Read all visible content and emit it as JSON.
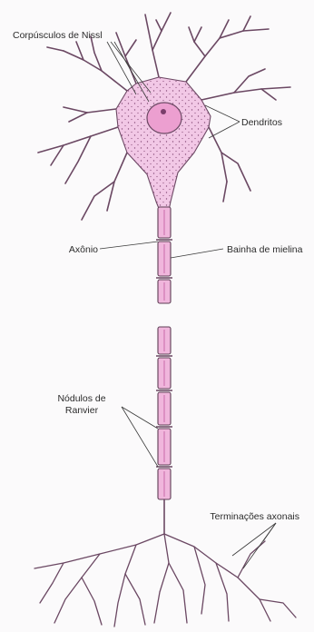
{
  "labels": {
    "nissl": "Corpúsculos de Nissl",
    "dendrites": "Dendritos",
    "axon": "Axônio",
    "myelin": "Bainha de mielina",
    "ranvier_line1": "Nódulos de",
    "ranvier_line2": "Ranvier",
    "terminals": "Terminações axonais"
  },
  "colors": {
    "cytoplasm": "#f2c8e6",
    "nucleus": "#ec9fd0",
    "myelin": "#f0b6dc",
    "outline": "#6b4863"
  }
}
